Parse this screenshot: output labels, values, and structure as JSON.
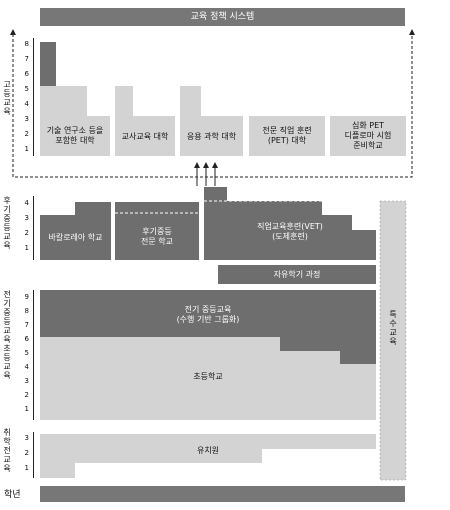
{
  "header": {
    "corner_text": "",
    "title": "교육 정책 시스템"
  },
  "footer": {
    "grade_label": "학년"
  },
  "stages": {
    "higher": "고등교육",
    "upper_secondary": "후기중등교육",
    "lower_secondary_primary": "전기중등교육 초등교육",
    "preschool": "취학전교육",
    "special": "특수교육"
  },
  "higher": {
    "b1": "기술 연구소 등을\n포함한 대학",
    "b2": "교사교육 대학",
    "b3": "응용 과학 대학",
    "b4": "전문 직업 훈련\n(PET) 대학",
    "b5": "심화 PET\n디플로마 시험\n준비학교"
  },
  "upper": {
    "bac": "바칼로레아 학교",
    "spec": "후기중등\n전문 학교",
    "vet": "직업교육훈련(VET)\n(도제훈련)",
    "gap": "자유학기 과정"
  },
  "lower": {
    "secondary": "전기 중등교육\n(수행 기반 그룹화)",
    "primary": "초등학교"
  },
  "preschool": {
    "kindergarten": "유치원"
  },
  "ticks": {
    "higher": [
      "8",
      "7",
      "6",
      "5",
      "4",
      "3",
      "2",
      "1"
    ],
    "upper": [
      "4",
      "3",
      "2",
      "1"
    ],
    "lower": [
      "9",
      "8",
      "7",
      "6",
      "5",
      "4",
      "3",
      "2",
      "1"
    ],
    "pre": [
      "3",
      "2",
      "1"
    ]
  },
  "colors": {
    "dark": "#6e6e6e",
    "light": "#d3d3d3",
    "frame": "#222222"
  }
}
